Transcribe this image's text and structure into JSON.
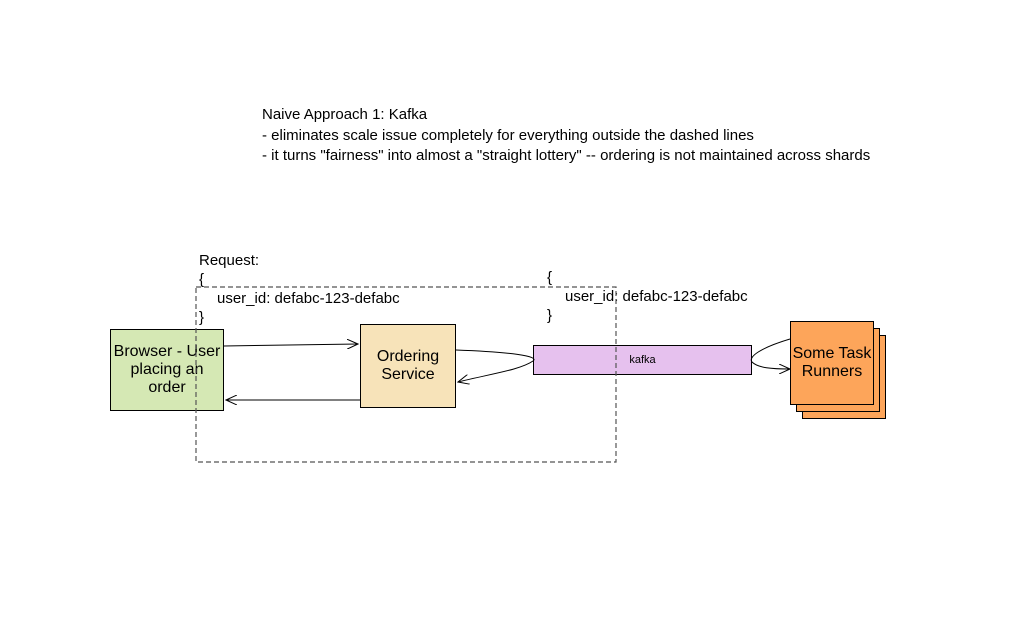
{
  "note": {
    "title": "Naive Approach 1: Kafka",
    "line1": "- eliminates scale issue completely for everything outside the dashed lines",
    "line2": "- it turns \"fairness\" into almost a \"straight lottery\" -- ordering is not maintained across shards"
  },
  "request_left": {
    "label": "Request:",
    "open_brace": "{",
    "field": "user_id: defabc-123-defabc",
    "close_brace": "}"
  },
  "request_right": {
    "open_brace": "{",
    "field": "user_id: defabc-123-defabc",
    "close_brace": "}"
  },
  "nodes": {
    "browser": {
      "label": "Browser - User placing an order",
      "color": "#d5e8b4"
    },
    "ordering_service": {
      "label": "Ordering Service",
      "color": "#f7e3b9"
    },
    "kafka": {
      "label": "kafka",
      "color": "#e6c1ee"
    },
    "task_runners": {
      "label": "Some Task Runners",
      "color": "#fda55a"
    }
  }
}
